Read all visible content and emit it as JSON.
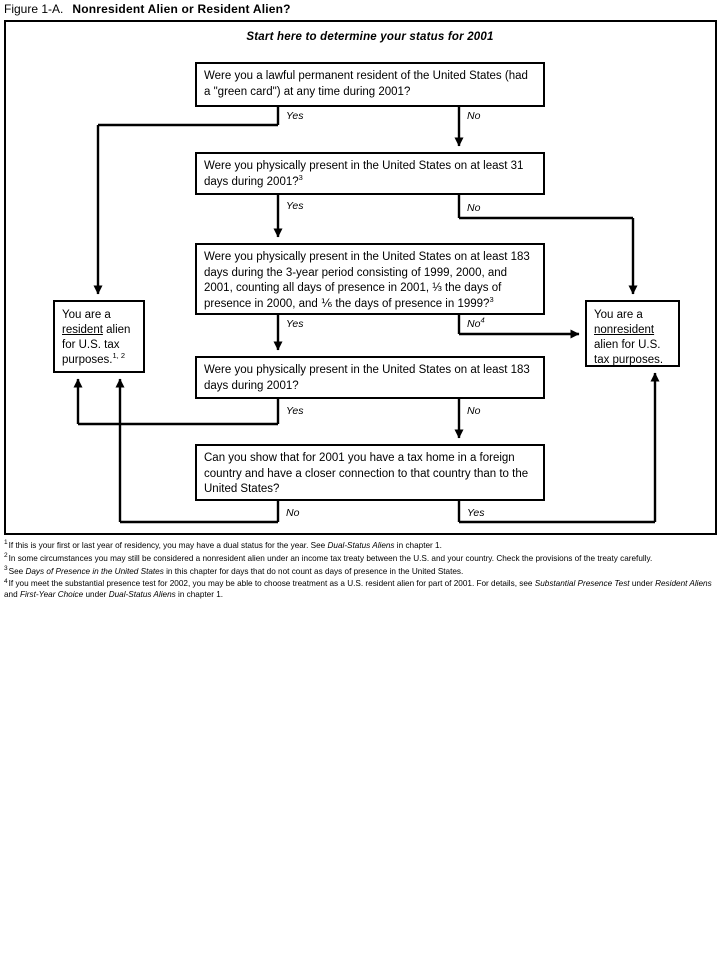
{
  "figure": {
    "number": "Figure 1-A.",
    "title": "Nonresident Alien or Resident Alien?",
    "start_label": "Start here to determine your status for 2001"
  },
  "boxes": {
    "q1": "Were you a lawful permanent resident of the United States (had a \"green card\") at any time during 2001?",
    "q2_text": "Were you physically present in the United States on at least 31 days during 2001?",
    "q2_sup": "3",
    "q3_text": "Were you physically present in the United States on at least 183 days during the 3-year period consisting of 1999, 2000, and 2001, counting all days of presence in 2001, ⅓ the days of presence in 2000, and ⅙ the days of presence in 1999?",
    "q3_sup": "3",
    "q4": "Were you physically present in the United States on at least 183 days during 2001?",
    "q5": "Can you show that for 2001 you have a tax home in a foreign country and have a closer connection to that country than to the United States?",
    "resident": {
      "line1": "You are a",
      "emphasis": "resident",
      "line2_rest": " alien",
      "line3": "for U.S. tax",
      "line4": "purposes.",
      "sup": "1, 2"
    },
    "nonresident": {
      "line1": "You are a",
      "emphasis": "nonresident",
      "line2": "alien for U.S.",
      "line3": "tax purposes."
    }
  },
  "edges": {
    "q1_yes": "Yes",
    "q1_no": "No",
    "q2_yes": "Yes",
    "q2_no": "No",
    "q3_yes": "Yes",
    "q3_no": "No",
    "q3_no_sup": "4",
    "q4_yes": "Yes",
    "q4_no": "No",
    "q5_no": "No",
    "q5_yes": "Yes"
  },
  "footnotes": [
    {
      "mark": "1",
      "parts": [
        {
          "t": "If this is your first or last year of residency, you may have a dual status for the year. See ",
          "i": false
        },
        {
          "t": "Dual-Status Aliens",
          "i": true
        },
        {
          "t": " in chapter 1.",
          "i": false
        }
      ]
    },
    {
      "mark": "2",
      "parts": [
        {
          "t": "In some circumstances you may still be considered a nonresident alien under an income tax treaty between the U.S. and your country. Check the provisions of the treaty carefully.",
          "i": false
        }
      ]
    },
    {
      "mark": "3",
      "parts": [
        {
          "t": "See ",
          "i": false
        },
        {
          "t": "Days of Presence in the United States",
          "i": true
        },
        {
          "t": " in this chapter for days that do not count as days of presence in the United States.",
          "i": false
        }
      ]
    },
    {
      "mark": "4",
      "parts": [
        {
          "t": "If you meet the substantial presence test for 2002, you may be able to choose treatment as a U.S. resident alien for part of 2001. For details, see ",
          "i": false
        },
        {
          "t": "Substantial Presence Test",
          "i": true
        },
        {
          "t": " under ",
          "i": false
        },
        {
          "t": "Resident Aliens",
          "i": true
        },
        {
          "t": " and ",
          "i": false
        },
        {
          "t": "First-Year Choice",
          "i": true
        },
        {
          "t": " under ",
          "i": false
        },
        {
          "t": "Dual-Status Aliens",
          "i": true
        },
        {
          "t": " in chapter 1.",
          "i": false
        }
      ]
    }
  ],
  "colors": {
    "ink": "#000000",
    "paper": "#ffffff"
  }
}
